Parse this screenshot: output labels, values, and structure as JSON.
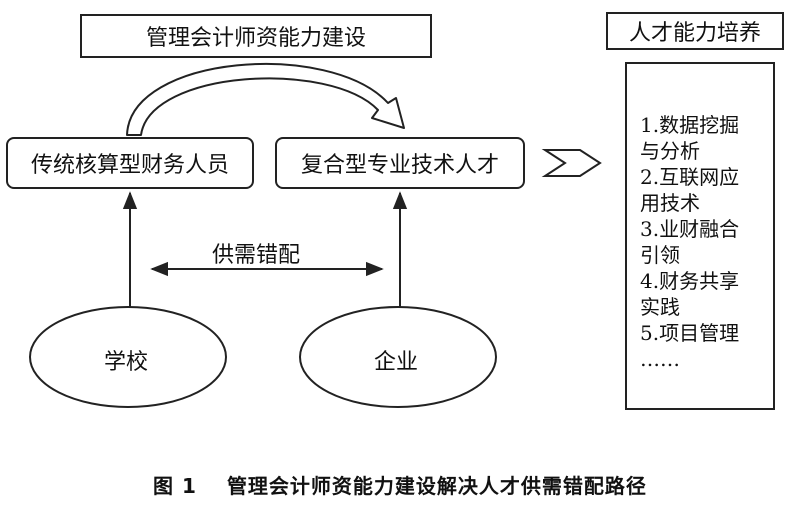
{
  "diagram": {
    "top_title": "管理会计师资能力建设",
    "right_title": "人才能力培养",
    "left_role": "传统核算型财务人员",
    "right_role": "复合型专业技术人才",
    "mismatch_label": "供需错配",
    "school": "学校",
    "enterprise": "企业",
    "abilities": [
      "1.数据挖掘",
      "与分析",
      "2.互联网应",
      "用技术",
      "3.业财融合",
      "引领",
      "4.财务共享",
      "实践",
      "5.项目管理",
      "……"
    ]
  },
  "caption": {
    "figure_number": "图 1",
    "text": "管理会计师资能力建设解决人才供需错配路径"
  }
}
